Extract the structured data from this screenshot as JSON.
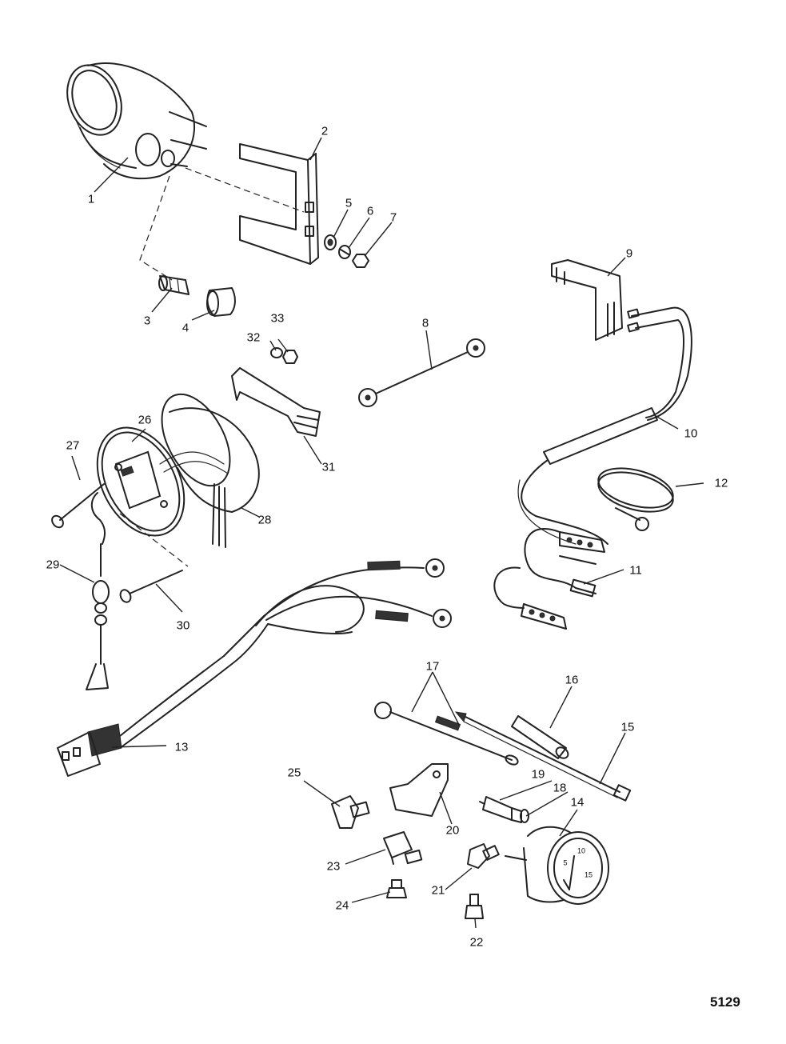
{
  "callouts": {
    "c1": "1",
    "c2": "2",
    "c3": "3",
    "c4": "4",
    "c5": "5",
    "c6": "6",
    "c7": "7",
    "c8": "8",
    "c9": "9",
    "c10": "10",
    "c11": "11",
    "c12": "12",
    "c13": "13",
    "c14": "14",
    "c15": "15",
    "c16": "16",
    "c17": "17",
    "c18": "18",
    "c19": "19",
    "c20": "20",
    "c21": "21",
    "c22": "22",
    "c23": "23",
    "c24": "24",
    "c25": "25",
    "c26": "26",
    "c27": "27",
    "c28": "28",
    "c29": "29",
    "c30": "30",
    "c31": "31",
    "c32": "32",
    "c33": "33"
  },
  "gauge_face": {
    "t5": "5",
    "t10": "10",
    "t15": "15"
  },
  "figure_number": "5129"
}
